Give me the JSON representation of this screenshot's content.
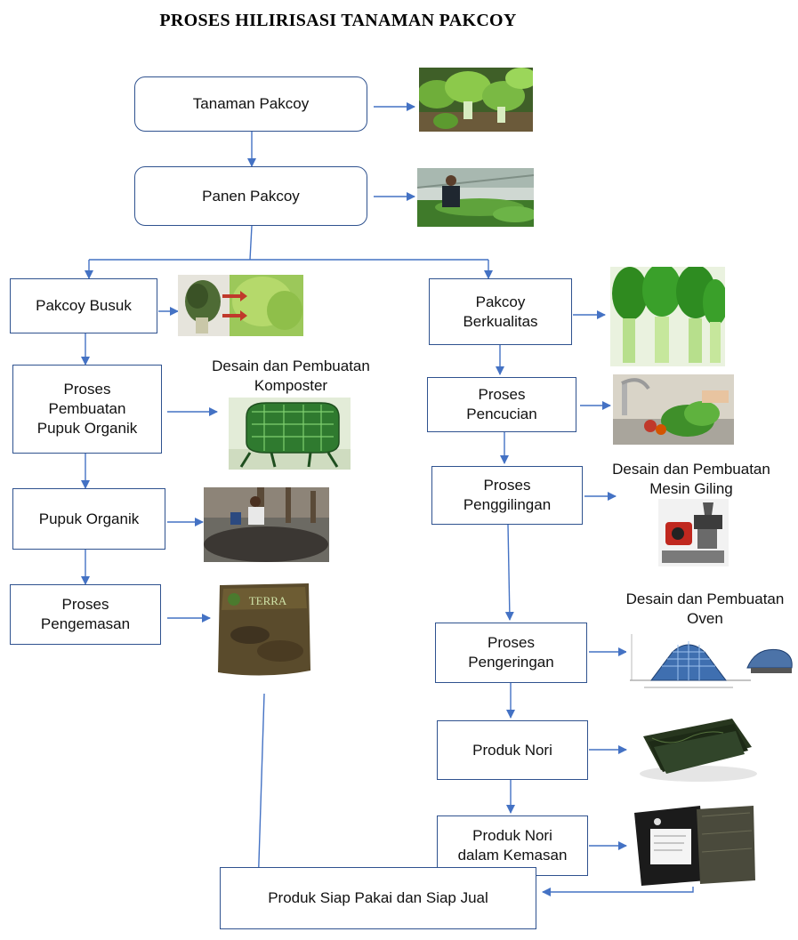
{
  "title": "PROSES HILIRISASI TANAMAN PAKCOY",
  "boxes": {
    "tanaman": "Tanaman Pakcoy",
    "panen": "Panen Pakcoy",
    "busuk": "Pakcoy Busuk",
    "pupuk_proses": "Proses\nPembuatan\nPupuk Organik",
    "pupuk": "Pupuk Organik",
    "pengemasan": "Proses\nPengemasan",
    "berkualitas": "Pakcoy\nBerkualitas",
    "pencucian": "Proses\nPencucian",
    "penggilingan": "Proses\nPenggilingan",
    "pengeringan": "Proses\nPengeringan",
    "nori": "Produk Nori",
    "nori_kemasan": "Produk Nori\ndalam Kemasan",
    "siap": "Produk Siap Pakai dan Siap Jual"
  },
  "captions": {
    "komposter": "Desain dan Pembuatan\nKomposter",
    "giling": "Desain dan Pembuatan\nMesin Giling",
    "oven": "Desain dan Pembuatan\nOven",
    "terra_brand": "TERRA"
  },
  "colors": {
    "box_border": "#2f528f",
    "arrow": "#4472c4"
  }
}
